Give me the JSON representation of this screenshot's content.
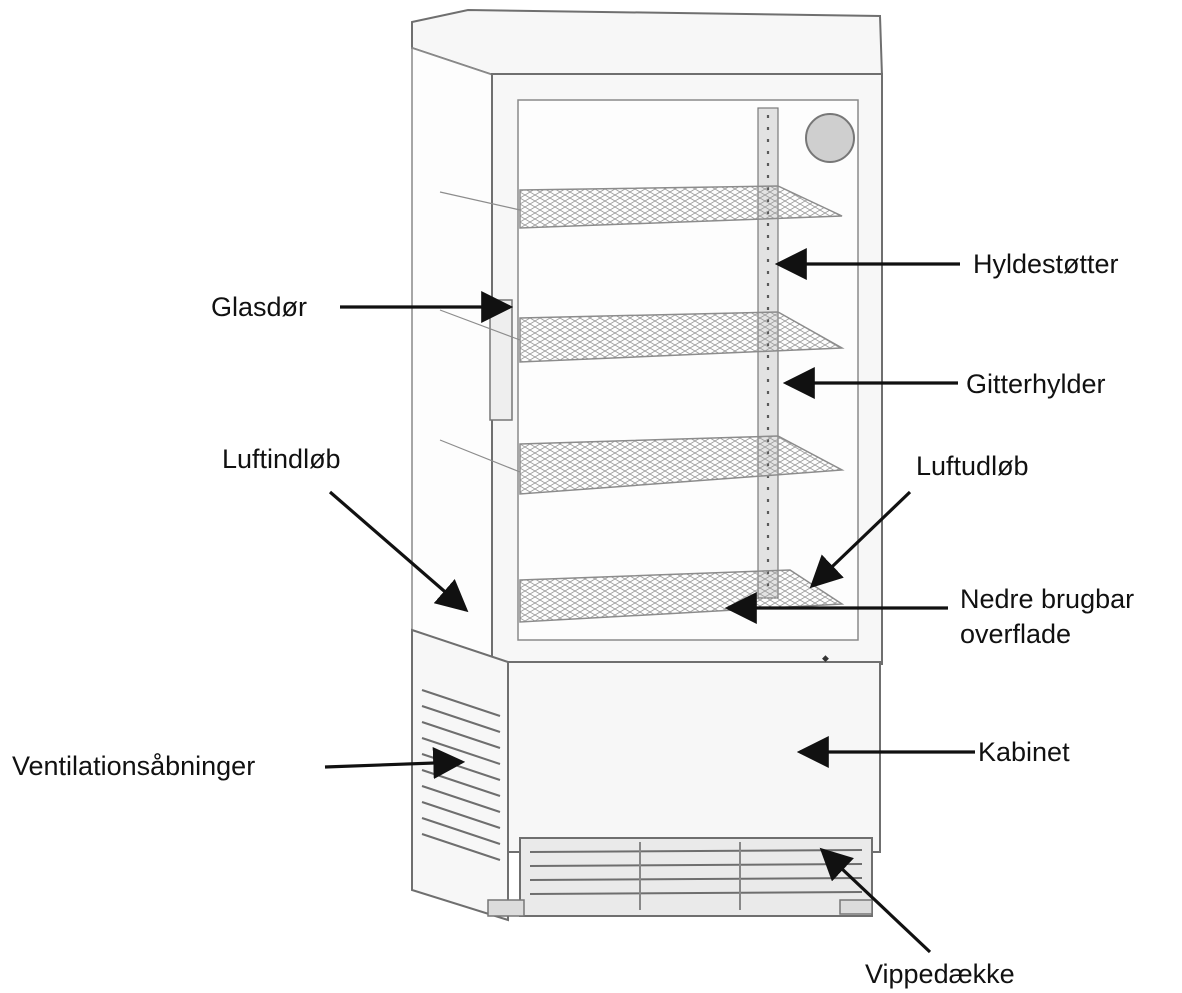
{
  "diagram": {
    "labels": {
      "glass_door": "Glasdør",
      "shelf_supports": "Hyldestøtter",
      "wire_shelves": "Gitterhylder",
      "air_inlet": "Luftindløb",
      "air_outlet": "Luftudløb",
      "lower_surface_line1": "Nedre brugbar",
      "lower_surface_line2": "overflade",
      "ventilation": "Ventilationsåbninger",
      "cabinet": "Kabinet",
      "tilt_cover": "Vippedække"
    }
  }
}
